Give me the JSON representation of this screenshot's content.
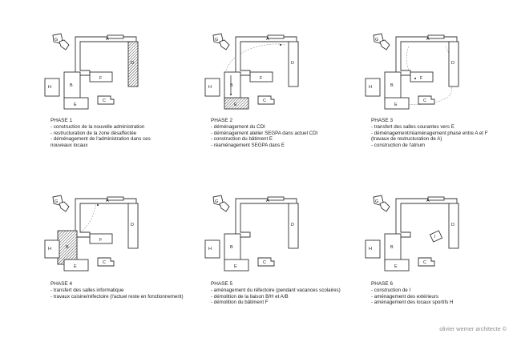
{
  "labels": {
    "G": "G",
    "A": "A",
    "D": "D",
    "H": "H",
    "B": "B",
    "F": "F",
    "E": "E",
    "C": "C",
    "I": "I"
  },
  "phases": [
    {
      "title": "PHASE 1",
      "lines": [
        "- construction de la nouvelle administration",
        "- restructuration de la zone désaffectée",
        "- déménagement de l'administration dans ces nouveaux locaux"
      ]
    },
    {
      "title": "PHASE 2",
      "lines": [
        "- déménagement du CDI",
        "- déménagement atelier SEGPA dans actuel CDI",
        "- construction du bâtiment E",
        "- réaménagement SEGPA dans E"
      ]
    },
    {
      "title": "PHASE 3",
      "lines": [
        "- transfert des salles courantes vers E",
        "- déménagement/réaménagement phasé entre A et F (travaux de restructuration de A)",
        "- construction de l'atrium"
      ]
    },
    {
      "title": "PHASE 4",
      "lines": [
        "- transfert des salles informatique",
        "- travaux cuisine/réfectoire (l'actuel reste en fonctionnement)"
      ]
    },
    {
      "title": "PHASE 5",
      "lines": [
        "- aménagement du réfectoire (pendant vacances scolaires)",
        "- démolition de la liaison B/H et A/B",
        "- démolition du bâtiment F"
      ]
    },
    {
      "title": "PHASE 6",
      "lines": [
        "- construction de I",
        "- aménagement des extérieurs",
        "- aménagement des locaux sportifs H"
      ]
    }
  ],
  "credit": "olivier werner architecte ©"
}
